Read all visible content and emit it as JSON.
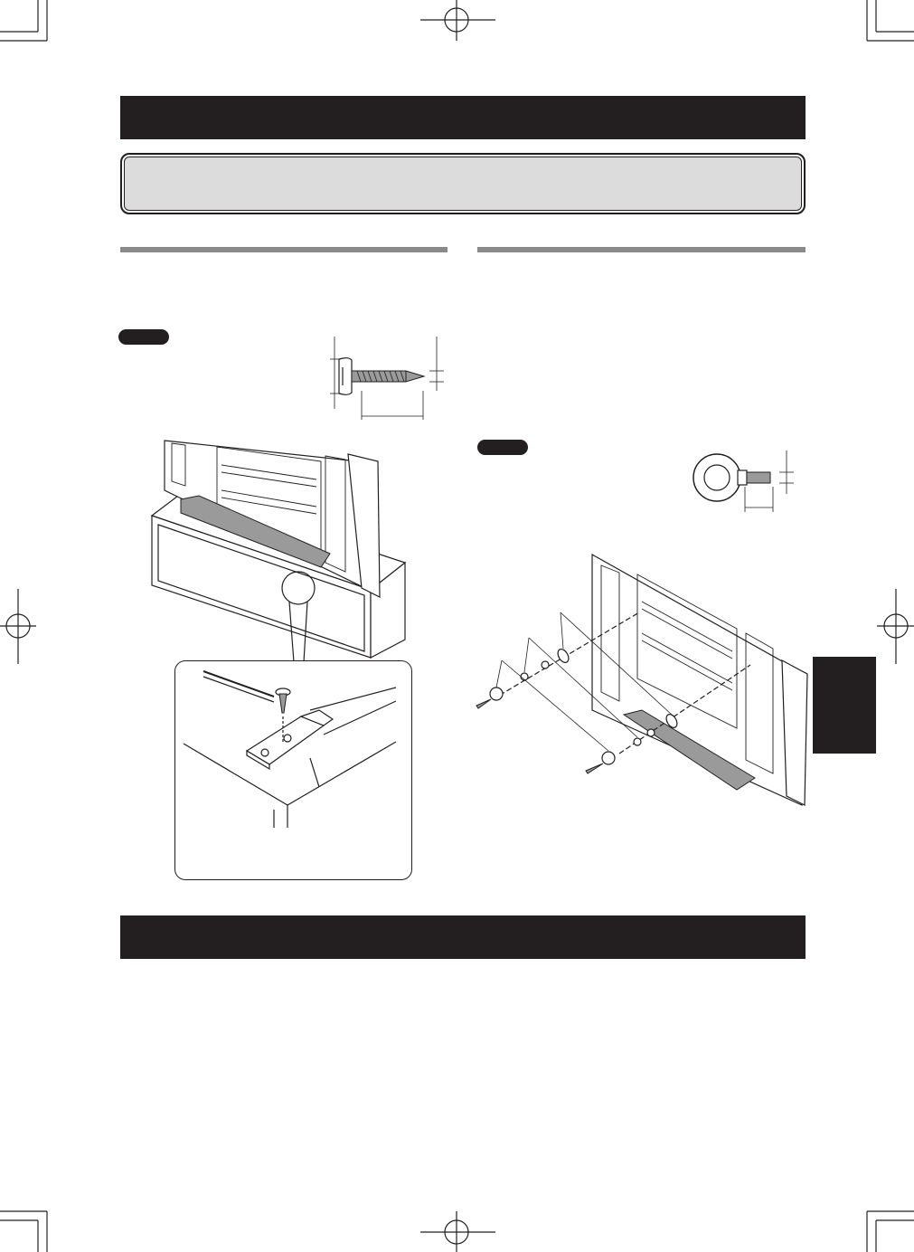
{
  "page": {
    "sections": [
      {
        "id": "title-bar-top"
      },
      {
        "id": "subtitle-box"
      },
      {
        "id": "left-column",
        "figures": [
          "wood-screw-dimension",
          "stand-mounting-illustration",
          "bracket-detail-callout"
        ]
      },
      {
        "id": "right-column",
        "figures": [
          "eye-bolt-dimension",
          "wire-fastening-illustration"
        ]
      },
      {
        "id": "title-bar-bottom"
      },
      {
        "id": "side-tab"
      }
    ],
    "icons": [
      "crop-mark-icon",
      "registration-mark-icon"
    ]
  }
}
